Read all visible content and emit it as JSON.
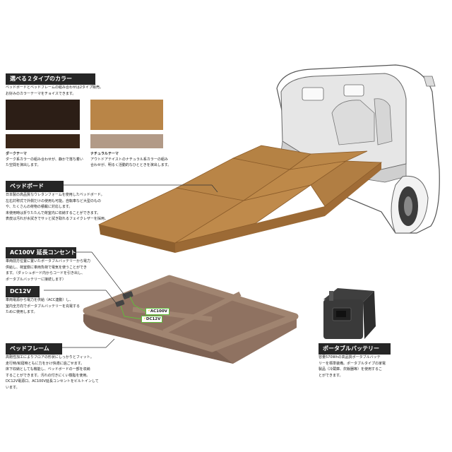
{
  "colors_section": {
    "title": "選べる２タイプのカラー",
    "desc_line1": "ベッドボードとベッドフレームの組み合わせは2タイプ販売。",
    "desc_line2": "お好みのカラーテーマをチョイスできます。",
    "dark": {
      "name": "ダークテーマ",
      "desc_line1": "ダーク系カラーの組み合わせが、静かで落ち着い",
      "desc_line2": "た空間を演出します。",
      "board_color": "#2c1e16",
      "frame_color": "#3a2618"
    },
    "natural": {
      "name": "ナチュラルテーマ",
      "desc_line1": "アウトドアテイストのナチュラル系カラーの組み",
      "desc_line2": "合わせが、明るく活動的なひとときを演出します。",
      "board_color": "#b98547",
      "frame_color": "#b29a87"
    }
  },
  "bedboard": {
    "title": "ベッドボード",
    "lines": [
      "日本製の高品質なウレタンフォームを使用したベッドボード。",
      "左右対称式で外側だけの使用も可能。自転車など大型のもの",
      "や、たくさんの荷物の積載に対応します。",
      "未使用時は折りたたんで荷室内に収納することができます。",
      "表皮は汚れが水拭きでサッと拭き取れるフェイクレザーを採用。"
    ],
    "color": "#b98547"
  },
  "ac100v": {
    "title": "AC100V 延長コンセント",
    "lines": [
      "車両前方位置に置いたポータブルバッテリーから電力",
      "供給し、荷室側に車両負荷で電気を使うことができ",
      "ます。（ダッシュボード内からコードを引き出し、",
      "ポータブルバッテリーに接続します）"
    ]
  },
  "dc12v": {
    "title": "DC12V",
    "lines": [
      "車両電源から電力を供給（ACC連動）し、",
      "室内全方向でポータブルバッテリーを充電する",
      "ために使用します。"
    ]
  },
  "frame": {
    "title": "ベッドフレーム",
    "lines": [
      "高剛性加工によりフロアの形状にしっかりとフィット。",
      "走行時/就寝時ともに力をかけ快適に過ごせます。",
      "床下収納としても機能し、ベッドボードの一部を収納",
      "することができます。汚れの付きにくい樹脂を使用。",
      "DC12V電源口、AC100V延長コンセントをビルトインして",
      "います。"
    ],
    "color": "#a08470"
  },
  "battery": {
    "title": "ポータブルバッテリー",
    "lines": [
      "容量570Whの高品質ポータブルバッテ",
      "リーを標準装備。ポータブルタイプの家電",
      "製品（冷蔵庫、炊飯器等）を使用するこ",
      "とができます。"
    ]
  },
  "callouts": {
    "ac_tag": "AC100V",
    "dc_tag": "DC12V",
    "tag_color": "#5fc23a"
  }
}
